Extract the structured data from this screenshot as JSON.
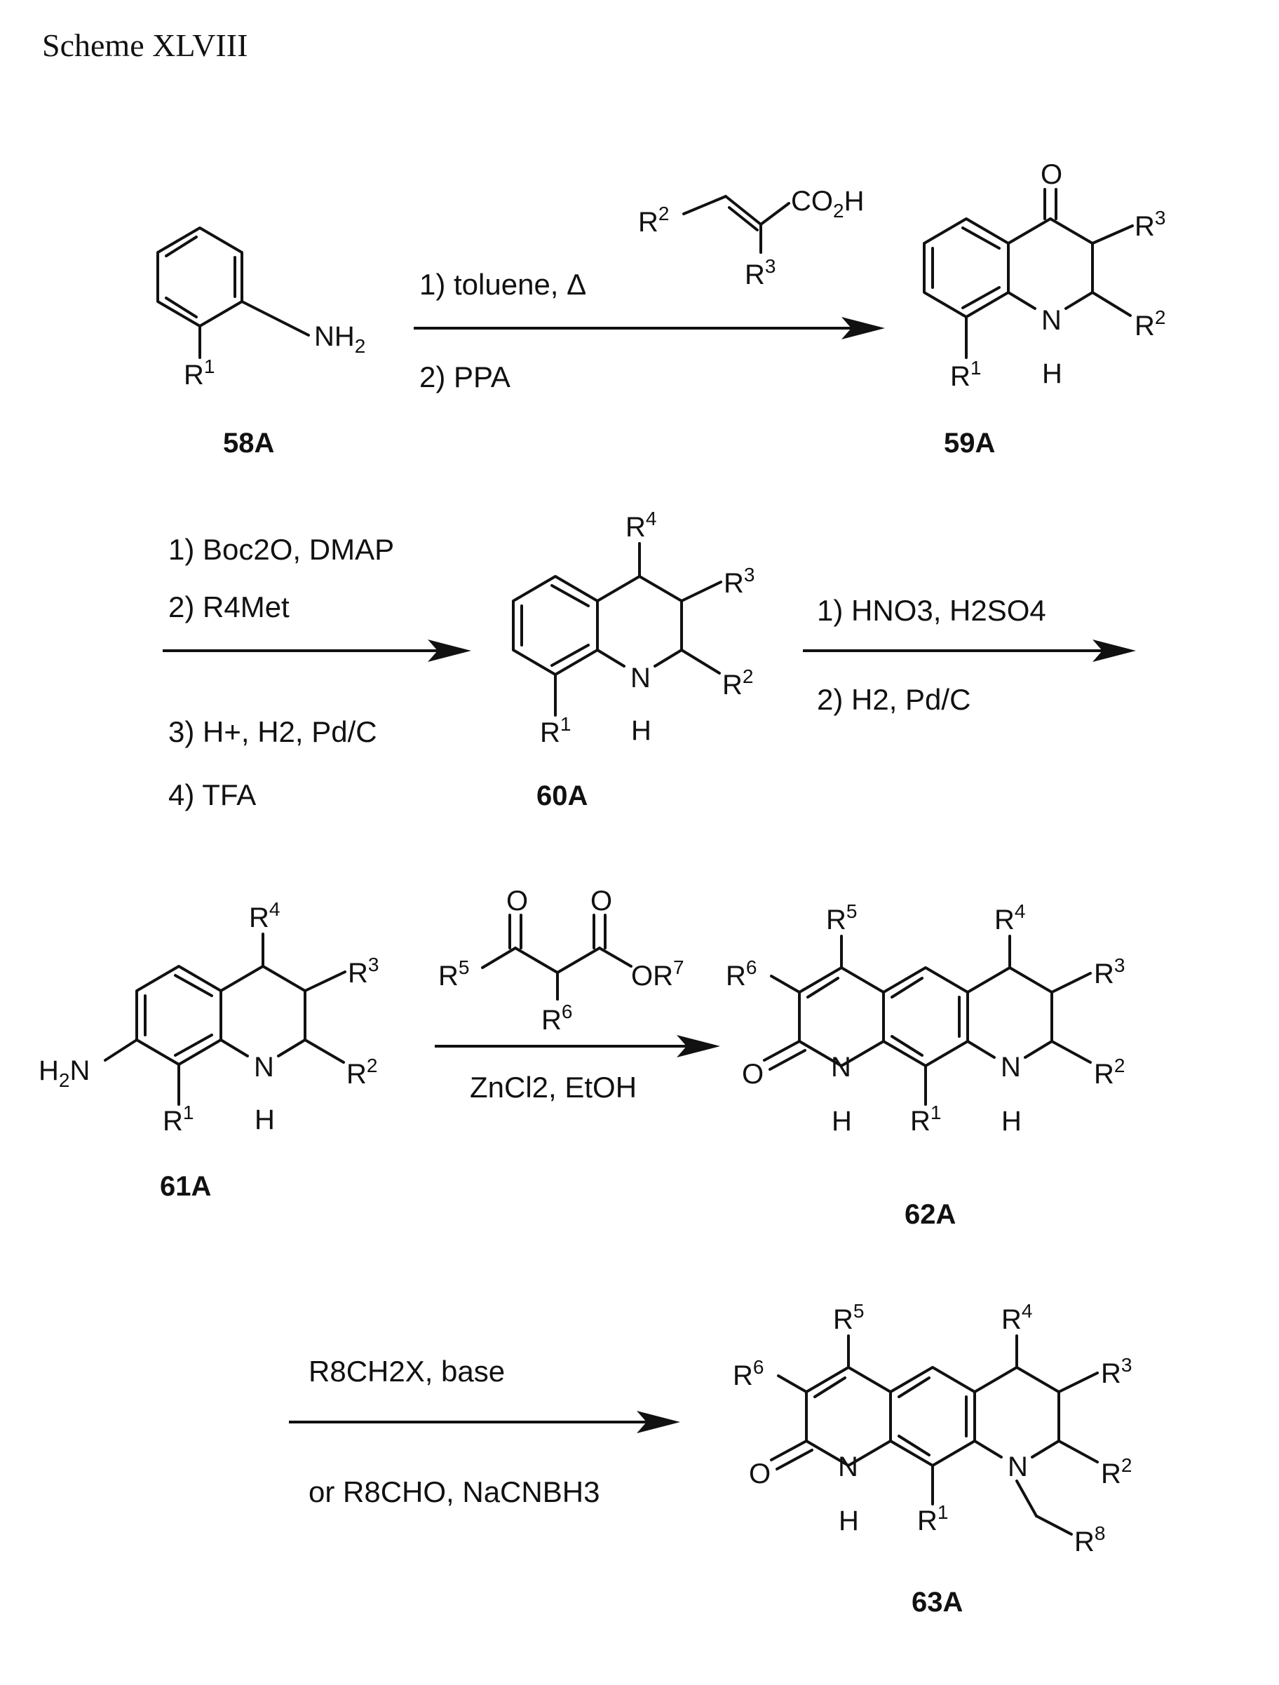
{
  "title": "Scheme XLVIII",
  "compounds": {
    "c58": "58A",
    "c59": "59A",
    "c60": "60A",
    "c61": "61A",
    "c62": "62A",
    "c63": "63A"
  },
  "reactions": {
    "step1": {
      "reagent_substituents": [
        "R2",
        "CO2H",
        "R3"
      ],
      "conditions": [
        "1) toluene, Δ",
        "2) PPA"
      ]
    },
    "step2": {
      "conditions": [
        "1) Boc2O, DMAP",
        "2) R4Met",
        "3) H+, H2, Pd/C",
        "4) TFA"
      ]
    },
    "step3": {
      "conditions": [
        "1) HNO3, H2SO4",
        "2) H2, Pd/C"
      ]
    },
    "step4": {
      "reagent_substituents": [
        "R5",
        "OR7",
        "R6"
      ],
      "conditions": [
        "ZnCl2, EtOH"
      ]
    },
    "step5": {
      "conditions": [
        "R8CH2X, base",
        "or R8CHO, NaCNBH3"
      ]
    }
  },
  "atoms": {
    "O": "O",
    "N": "N",
    "H": "H",
    "NH2": "NH2",
    "H2N": "H2N",
    "R1": "R1",
    "R2": "R2",
    "R3": "R3",
    "R4": "R4",
    "R5": "R5",
    "R6": "R6",
    "R8": "R8"
  }
}
